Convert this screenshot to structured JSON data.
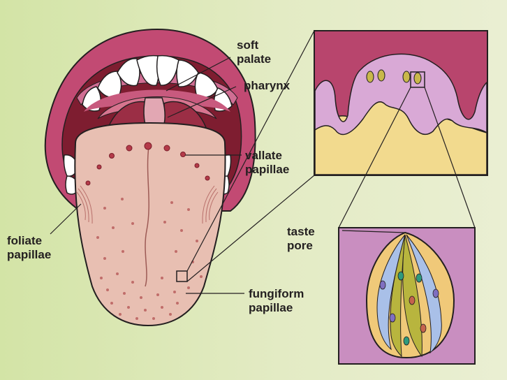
{
  "labels": {
    "soft_palate": [
      "soft",
      "palate"
    ],
    "pharynx": "pharynx",
    "vallate_papillae": [
      "vallate",
      "papillae"
    ],
    "foliate_papillae": [
      "foliate",
      "papillae"
    ],
    "taste_pore": [
      "taste",
      "pore"
    ],
    "fungiform_papillae": [
      "fungiform",
      "papillae"
    ]
  },
  "colors": {
    "background": "#d3e4a6",
    "lips": "#b8456d",
    "tongue": "#e8bfb2",
    "mouth_interior": "#7e1d30",
    "papilla_surface": "#d9a9d6",
    "papilla_base": "#f2da8e",
    "taste_bud_cells": [
      "#f0c979",
      "#a9c0e8",
      "#b8b53e"
    ]
  }
}
